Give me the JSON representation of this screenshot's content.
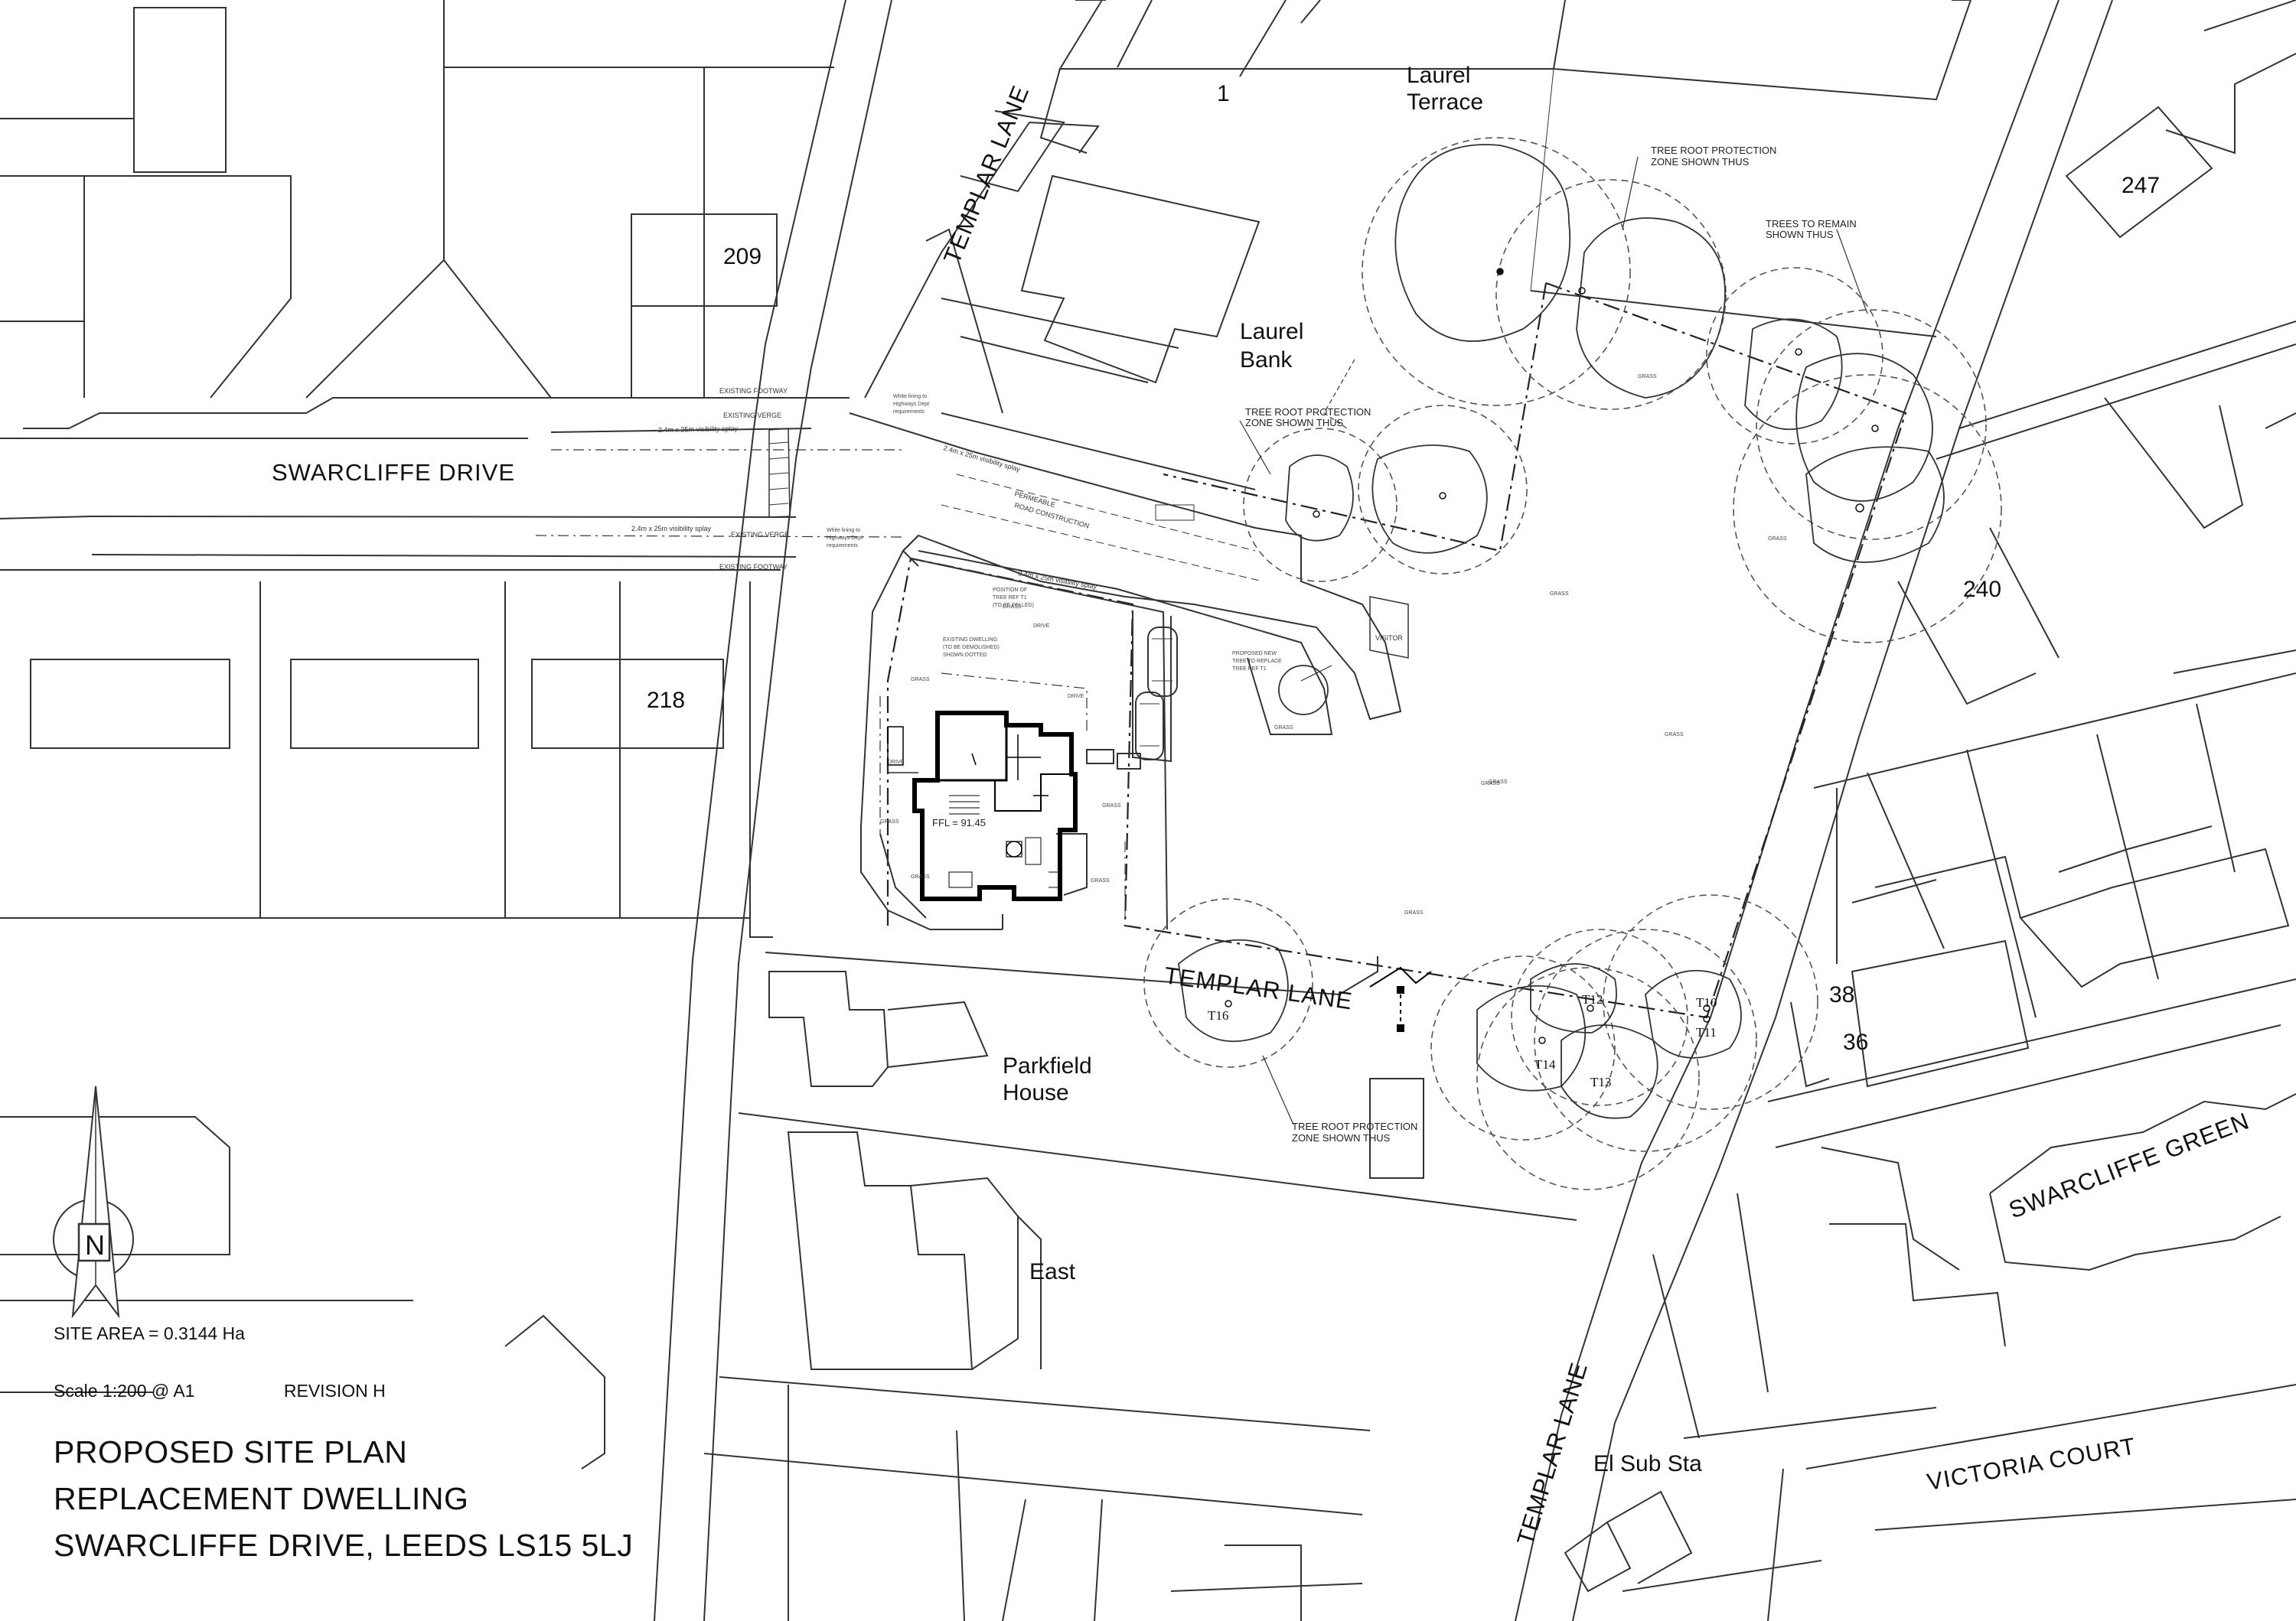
{
  "roads": {
    "swarcliffe_drive": "SWARCLIFFE DRIVE",
    "templar_lane": "TEMPLAR LANE",
    "swarcliffe_green": "SWARCLIFFE GREEN",
    "victoria_court": "VICTORIA COURT"
  },
  "buildings": {
    "house_1": "1",
    "laurel_terrace_1": "Laurel",
    "laurel_terrace_2": "Terrace",
    "laurel_bank_1": "Laurel",
    "laurel_bank_2": "Bank",
    "house_209": "209",
    "house_218": "218",
    "house_247": "247",
    "house_240": "240",
    "house_38": "38",
    "house_36": "36",
    "parkfield_1": "Parkfield",
    "parkfield_2": "House",
    "east": "East",
    "el_sub_sta": "El Sub Sta"
  },
  "annotations": {
    "trpz_top_1": "TREE ROOT PROTECTION",
    "trpz_top_2": "ZONE SHOWN THUS",
    "trees_remain_1": "TREES TO REMAIN",
    "trees_remain_2": "SHOWN THUS",
    "trpz_mid_1": "TREE ROOT PROTECTION",
    "trpz_mid_2": "ZONE SHOWN THUS",
    "trpz_bot_1": "TREE ROOT PROTECTION",
    "trpz_bot_2": "ZONE SHOWN THUS",
    "existing_footway_top": "EXISTING FOOTWAY",
    "existing_verge_top": "EXISTING VERGE",
    "existing_verge_bot": "EXISTING VERGE",
    "existing_footway_bot": "EXISTING FOOTWAY",
    "splay_top": "2.4m x 25m visibility splay",
    "splay_bot": "2.4m x 25m visibility splay",
    "splay_site": "2.4m x 25m visibility splay",
    "splay_drive": "2.4m x 25m visibility splay",
    "permeable_1": "PERMEABLE",
    "permeable_2": "ROAD CONSTRUCTION",
    "white_lining_1": "White lining to",
    "white_lining_2": "Highways Dept",
    "white_lining_3": "requirements",
    "white_lining_b1": "White lining to",
    "white_lining_b2": "Highways Dept",
    "white_lining_b3": "requirements",
    "visitor": "VISITOR",
    "ffl": "FFL = 91.45",
    "existing_dwelling_1": "EXISTING DWELLING",
    "existing_dwelling_2": "(TO BE DEMOLISHED)",
    "existing_dwelling_3": "SHOWN DOTTED",
    "position_1": "POSITION OF",
    "position_2": "TREE REF T1",
    "position_3": "(TO BE FELLED)",
    "proposed_tree_1": "PROPOSED NEW",
    "proposed_tree_2": "TREE TO REPLACE",
    "proposed_tree_3": "TREE REF T1",
    "grass": "GRASS",
    "drive": "DRIVE"
  },
  "trees": {
    "t16": "T16",
    "t12": "T12",
    "t10": "T10",
    "t11": "T11",
    "t14": "T14",
    "t13": "T13"
  },
  "north_arrow": {
    "letter": "N"
  },
  "title_block": {
    "site_area": "SITE AREA = 0.3144 Ha",
    "scale": "Scale 1:200 @ A1",
    "revision": "REVISION  H",
    "title_1": "PROPOSED SITE PLAN",
    "title_2": "REPLACEMENT DWELLING",
    "title_3": "SWARCLIFFE DRIVE, LEEDS LS15 5LJ"
  }
}
